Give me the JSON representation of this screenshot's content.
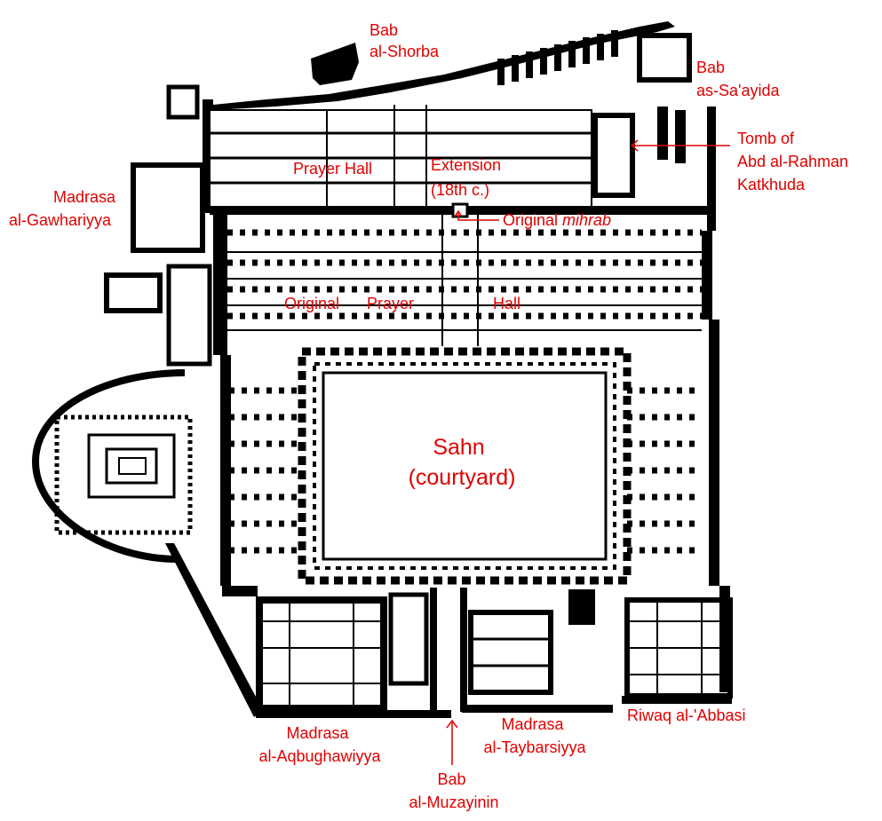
{
  "colors": {
    "label": "#e00000",
    "walls": "#000000",
    "background": "#ffffff"
  },
  "labels": {
    "bab_shorba": [
      "Bab",
      "al-Shorba"
    ],
    "bab_sayaida": [
      "Bab",
      "as-Sa'ayida"
    ],
    "tomb": [
      "Tomb of",
      "Abd al-Rahman",
      "Katkhuda"
    ],
    "prayer_hall": "Prayer Hall",
    "extension": [
      "Extension",
      "(18th c.)"
    ],
    "original_mihrab_prefix": "Original ",
    "original_mihrab_em": "mihrab",
    "madrasa_gawhariyya": [
      "Madrasa",
      "al-Gawhariyya"
    ],
    "original_prayer_hall": [
      "Original",
      "Prayer",
      "Hall"
    ],
    "sahn": [
      "Sahn",
      "(courtyard)"
    ],
    "madrasa_aqbughawiyya": [
      "Madrasa",
      "al-Aqbughawiyya"
    ],
    "madrasa_taybarsiyya": [
      "Madrasa",
      "al-Taybarsiyya"
    ],
    "riwaq_abbasi": "Riwaq al-'Abbasi",
    "bab_muzayinin": [
      "Bab",
      "al-Muzayinin"
    ]
  }
}
